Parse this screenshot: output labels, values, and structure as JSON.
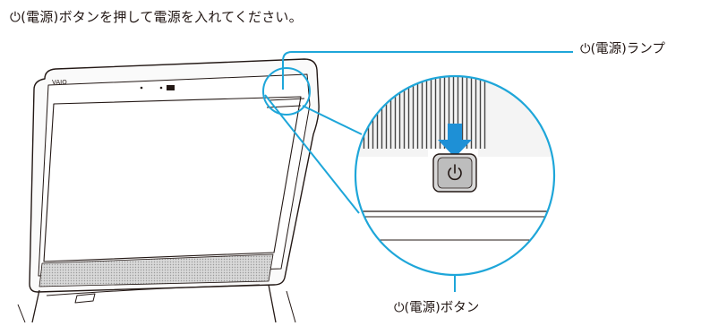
{
  "instruction": {
    "text": "⏻(電源)ボタンを押して電源を入れてください。"
  },
  "callouts": {
    "power_lamp": "⏻(電源)ランプ",
    "power_button": "⏻(電源)ボタン"
  },
  "device": {
    "logo": "VAIO"
  },
  "colors": {
    "callout_line": "#1ea6d9",
    "arrow": "#1e90d6",
    "outline": "#231815"
  },
  "icons": {
    "power_symbol": "power-icon",
    "press_arrow": "arrow-down-icon"
  }
}
